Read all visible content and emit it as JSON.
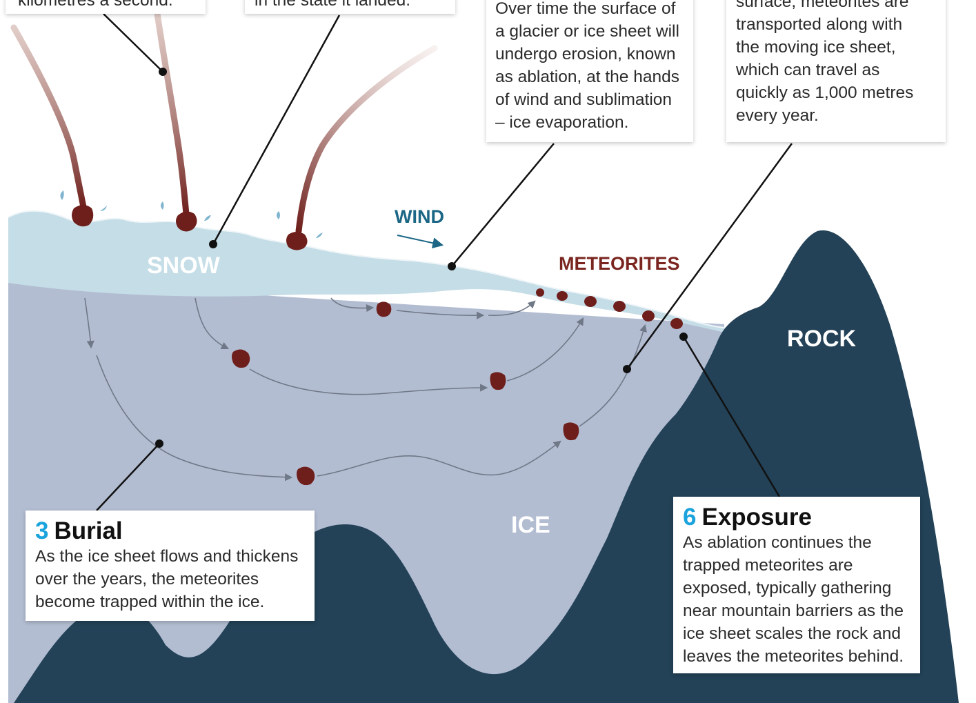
{
  "colors": {
    "snow": "#c5dde6",
    "ice": "#b3bdd2",
    "rock": "#234257",
    "meteorite": "#6e1f1b",
    "trail_start": "#c9a49b",
    "number": "#1aa3dc",
    "wind": "#1b6785",
    "meteorite_label": "#7a2520",
    "flow_arrow": "#6f7886"
  },
  "labels": {
    "snow": "SNOW",
    "ice": "ICE",
    "rock": "ROCK",
    "wind": "WIND",
    "meteorites": "METEORITES"
  },
  "steps": {
    "step1_tail": "kilometres a second.",
    "step2_tail": "in the state it landed.",
    "ablation": {
      "lines": [
        "Over time the surface of",
        "a glacier or ice sheet will",
        "undergo erosion, known",
        "as ablation, at the hands",
        "of wind and sublimation",
        "– ice evaporation."
      ]
    },
    "transport": {
      "lines": [
        "surface, meteorites are",
        "transported along with",
        "the moving ice sheet,",
        "which can travel as",
        "quickly as 1,000 metres",
        "every year."
      ]
    },
    "burial": {
      "number": "3",
      "title": "Burial",
      "lines": [
        "As the ice sheet flows and thickens",
        "over the years, the meteorites",
        "become trapped within the ice."
      ]
    },
    "exposure": {
      "number": "6",
      "title": "Exposure",
      "lines": [
        "As ablation continues the",
        "trapped meteorites are",
        "exposed, typically gathering",
        "near mountain barriers as the",
        "ice sheet scales the rock and",
        "leaves the meteorites behind."
      ]
    }
  },
  "icons": [
    "meteorite-icon",
    "wind-arrow-icon",
    "flow-arrow-icon",
    "leader-dot-icon"
  ]
}
